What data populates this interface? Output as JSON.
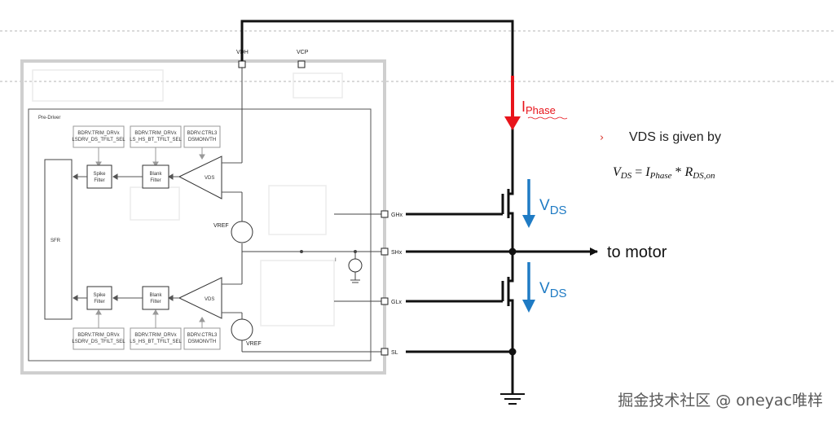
{
  "pins": {
    "vdh": "VDH",
    "vcp": "VCP",
    "ghx": "GHx",
    "shx": "SHx",
    "glx": "GLx",
    "sl": "SL"
  },
  "predriver": {
    "title": "Pre-Driver",
    "sfr": "SFR",
    "top_boxes": [
      [
        "BDRV.TRIM_DRVx",
        "LSDRV_DS_TFILT_SEL"
      ],
      [
        "BDRV.TRIM_DRVx",
        "LS_HS_BT_TFILT_SEL"
      ],
      [
        "BDRV.CTRL3",
        "DSMONVTH"
      ]
    ],
    "bottom_boxes": [
      [
        "BDRV.TRIM_DRVx",
        "LSDRV_DS_TFILT_SEL"
      ],
      [
        "BDRV.TRIM_DRVx",
        "LS_HS_BT_TFILT_SEL"
      ],
      [
        "BDRV.CTRL3",
        "DSMONVTH"
      ]
    ],
    "spike_filter": [
      "Spike",
      "Filter"
    ],
    "blank_filter": [
      "Blank",
      "Filter"
    ],
    "vds_amp": "VDS",
    "vref": "VREF",
    "isense": "I"
  },
  "annotations": {
    "i_phase_main": "I",
    "i_phase_sub": "Phase",
    "vds_main": "V",
    "vds_sub": "DS",
    "to_motor": "to motor",
    "bullet": "›",
    "vds_given": "VDS is given by",
    "formula": {
      "lhs_main": "V",
      "lhs_sub": "DS",
      "eq": " = ",
      "i_main": "I",
      "i_sub": "Phase",
      "times": " * ",
      "r_main": "R",
      "r_sub": "DS,on"
    }
  },
  "watermark": "掘金技术社区 @ oneyac唯样",
  "colors": {
    "current_arrow": "#e8141b",
    "vds_arrow": "#1f7bc4",
    "wire": "#111111",
    "gray_border": "#cfcfcf",
    "bullet": "#d9342b"
  }
}
